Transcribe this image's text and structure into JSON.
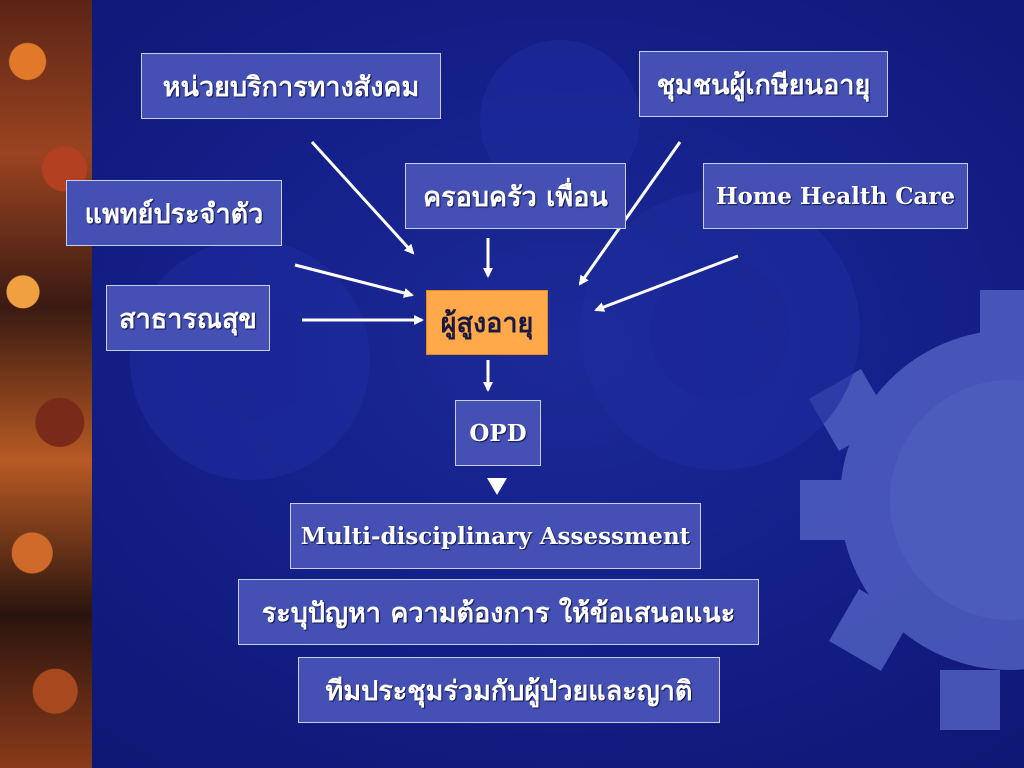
{
  "nodes": {
    "social_services": "หน่วยบริการทางสังคม",
    "elderly_community": "ชุมชนผู้เกษียนอายุ",
    "family_friends": "ครอบครัว เพื่อน",
    "home_health_care": "Home Health Care",
    "family_doctor": "แพทย์ประจำตัว",
    "public_health": "สาธารณสุข",
    "elderly": "ผู้สูงอายุ",
    "opd": "OPD",
    "assessment": "Multi-disciplinary Assessment",
    "identify_needs": "ระบุปัญหา ความต้องการ ให้ข้อเสนอแนะ",
    "team_meeting": "ทีมประชุมร่วมกับผู้ป่วยและญาติ"
  },
  "colors": {
    "background": "#14208a",
    "box_fill": "#4450b4",
    "box_border": "#c9cde8",
    "center_fill": "#ffa94a",
    "arrow": "#ffffff",
    "gear": "#5a6ac8"
  }
}
